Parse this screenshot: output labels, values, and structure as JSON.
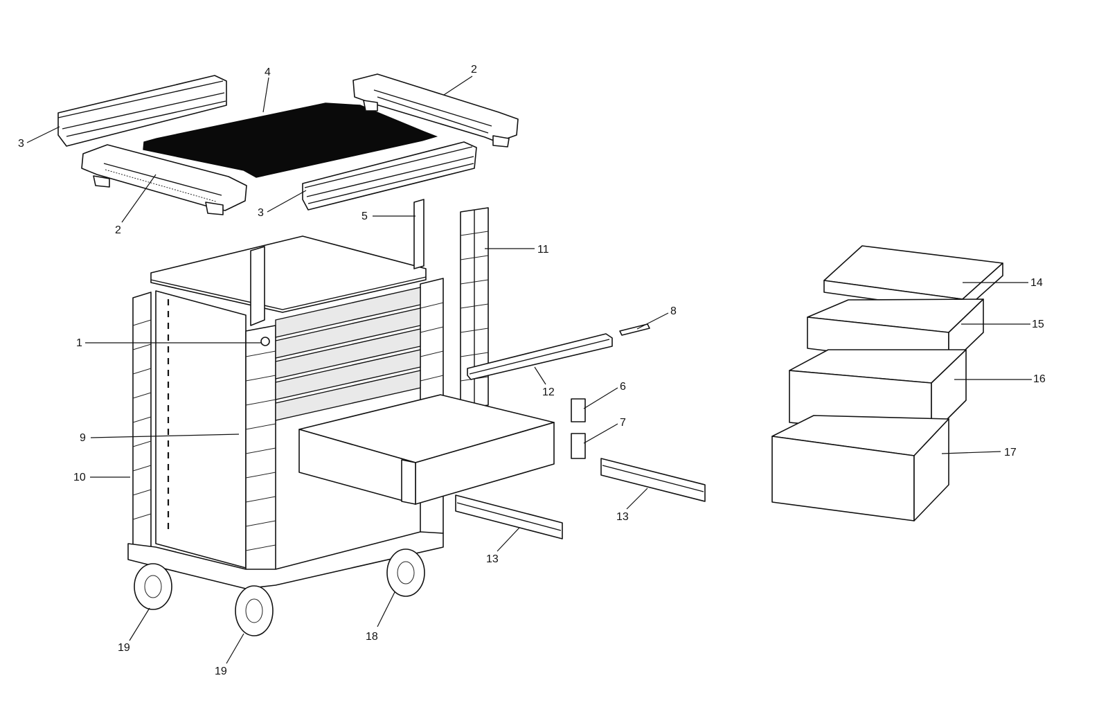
{
  "diagram": {
    "callouts": [
      {
        "id": "c1",
        "label": "1"
      },
      {
        "id": "c2a",
        "label": "2"
      },
      {
        "id": "c2b",
        "label": "2"
      },
      {
        "id": "c3a",
        "label": "3"
      },
      {
        "id": "c3b",
        "label": "3"
      },
      {
        "id": "c4",
        "label": "4"
      },
      {
        "id": "c5",
        "label": "5"
      },
      {
        "id": "c6",
        "label": "6"
      },
      {
        "id": "c7",
        "label": "7"
      },
      {
        "id": "c8",
        "label": "8"
      },
      {
        "id": "c9",
        "label": "9"
      },
      {
        "id": "c10",
        "label": "10"
      },
      {
        "id": "c11",
        "label": "11"
      },
      {
        "id": "c12",
        "label": "12"
      },
      {
        "id": "c13a",
        "label": "13"
      },
      {
        "id": "c13b",
        "label": "13"
      },
      {
        "id": "c14",
        "label": "14"
      },
      {
        "id": "c15",
        "label": "15"
      },
      {
        "id": "c16",
        "label": "16"
      },
      {
        "id": "c17",
        "label": "17"
      },
      {
        "id": "c18",
        "label": "18"
      },
      {
        "id": "c19a",
        "label": "19"
      },
      {
        "id": "c19b",
        "label": "19"
      }
    ]
  }
}
